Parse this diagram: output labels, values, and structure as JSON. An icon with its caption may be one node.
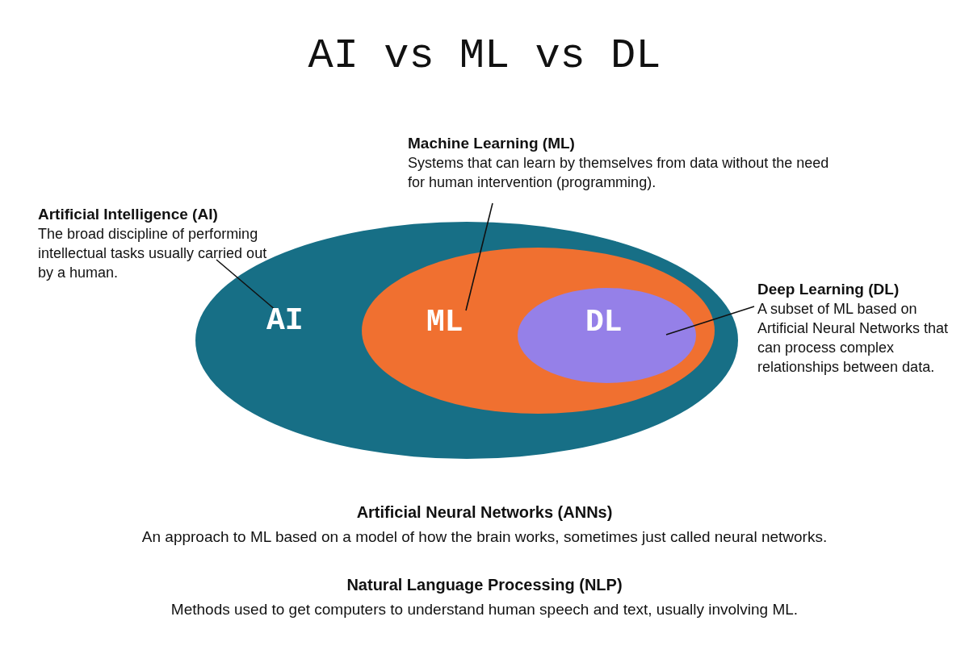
{
  "diagram": {
    "title": "AI vs ML vs DL",
    "nodes": [
      {
        "text": [
          "AI"
        ]
      },
      {
        "text": [
          "ML"
        ],
        "in": 0
      },
      {
        "text": [
          "DL"
        ],
        "in": 1
      },
      {
        "text": [
          "Artificial Intelligence (AI)",
          "The broad discipline of performing intellectual tasks usually carried out by a human."
        ]
      },
      {
        "text": [
          "Machine Learning (ML)",
          "Systems that can learn by themselves from data without the need for human intervention (programming)."
        ]
      },
      {
        "text": [
          "Deep Learning (DL)",
          "A subset of ML based on Artificial Neural Networks that can process complex relationships between data."
        ]
      }
    ],
    "edges": [
      {
        "from": 3,
        "to": 0,
        "arrow": "none"
      },
      {
        "from": 4,
        "to": 1,
        "arrow": "none"
      },
      {
        "from": 5,
        "to": 2,
        "arrow": "none"
      }
    ],
    "labels": [
      "Artificial Neural Networks (ANNs)",
      "An approach to ML based on a model of how the brain works, sometimes just called neural networks.",
      "Natural Language Processing (NLP)",
      "Methods used to get computers to understand human speech and text, usually involving ML."
    ]
  }
}
